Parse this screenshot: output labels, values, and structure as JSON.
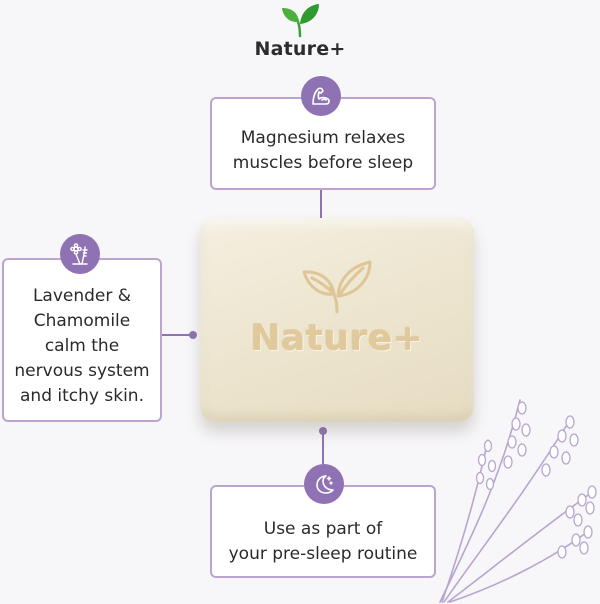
{
  "brand": {
    "name": "Nature+",
    "icon": "leaf-icon",
    "leaf_color": "#3aa13a"
  },
  "soap": {
    "brand_text": "Nature+",
    "icon": "leaf-icon"
  },
  "cards": {
    "top": {
      "text": "Magnesium relaxes\nmuscles before sleep",
      "icon": "flexed-arm-icon"
    },
    "left": {
      "text": "Lavender &\nChamomile\ncalm the\nnervous system\nand itchy skin.",
      "icon": "flower-icon"
    },
    "bottom": {
      "text": "Use as part of\nyour pre-sleep routine",
      "icon": "moon-stars-icon"
    }
  },
  "colors": {
    "accent": "#8e72b4",
    "card_border": "#b9a5cf",
    "background": "#f7f6f8"
  }
}
